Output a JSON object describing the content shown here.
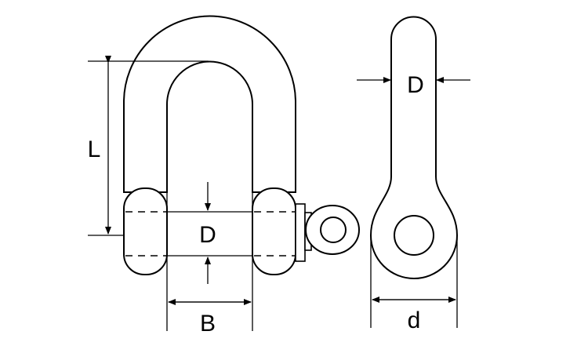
{
  "front_view": {
    "labels": {
      "length": "L",
      "pin_diameter": "D",
      "width": "B"
    }
  },
  "side_view": {
    "labels": {
      "body_diameter": "D",
      "eye_diameter": "d"
    }
  }
}
